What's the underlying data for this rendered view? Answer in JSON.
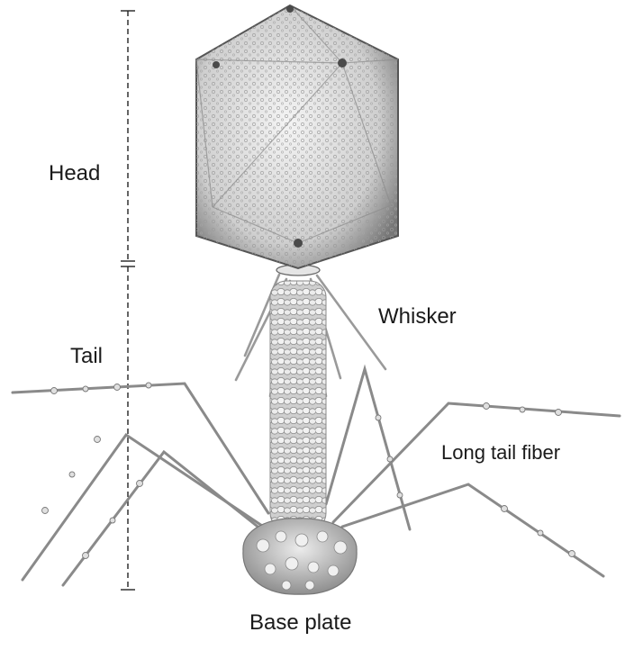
{
  "labels": {
    "head": "Head",
    "tail": "Tail",
    "whisker": "Whisker",
    "long_tail_fiber": "Long tail fiber",
    "base_plate": "Base plate"
  },
  "colors": {
    "background": "#ffffff",
    "head_light": "#e6e6e6",
    "head_dark": "#555555",
    "sheath": "#d9d9d9",
    "fiber": "#8a8a8a",
    "scale_line": "#222222"
  }
}
